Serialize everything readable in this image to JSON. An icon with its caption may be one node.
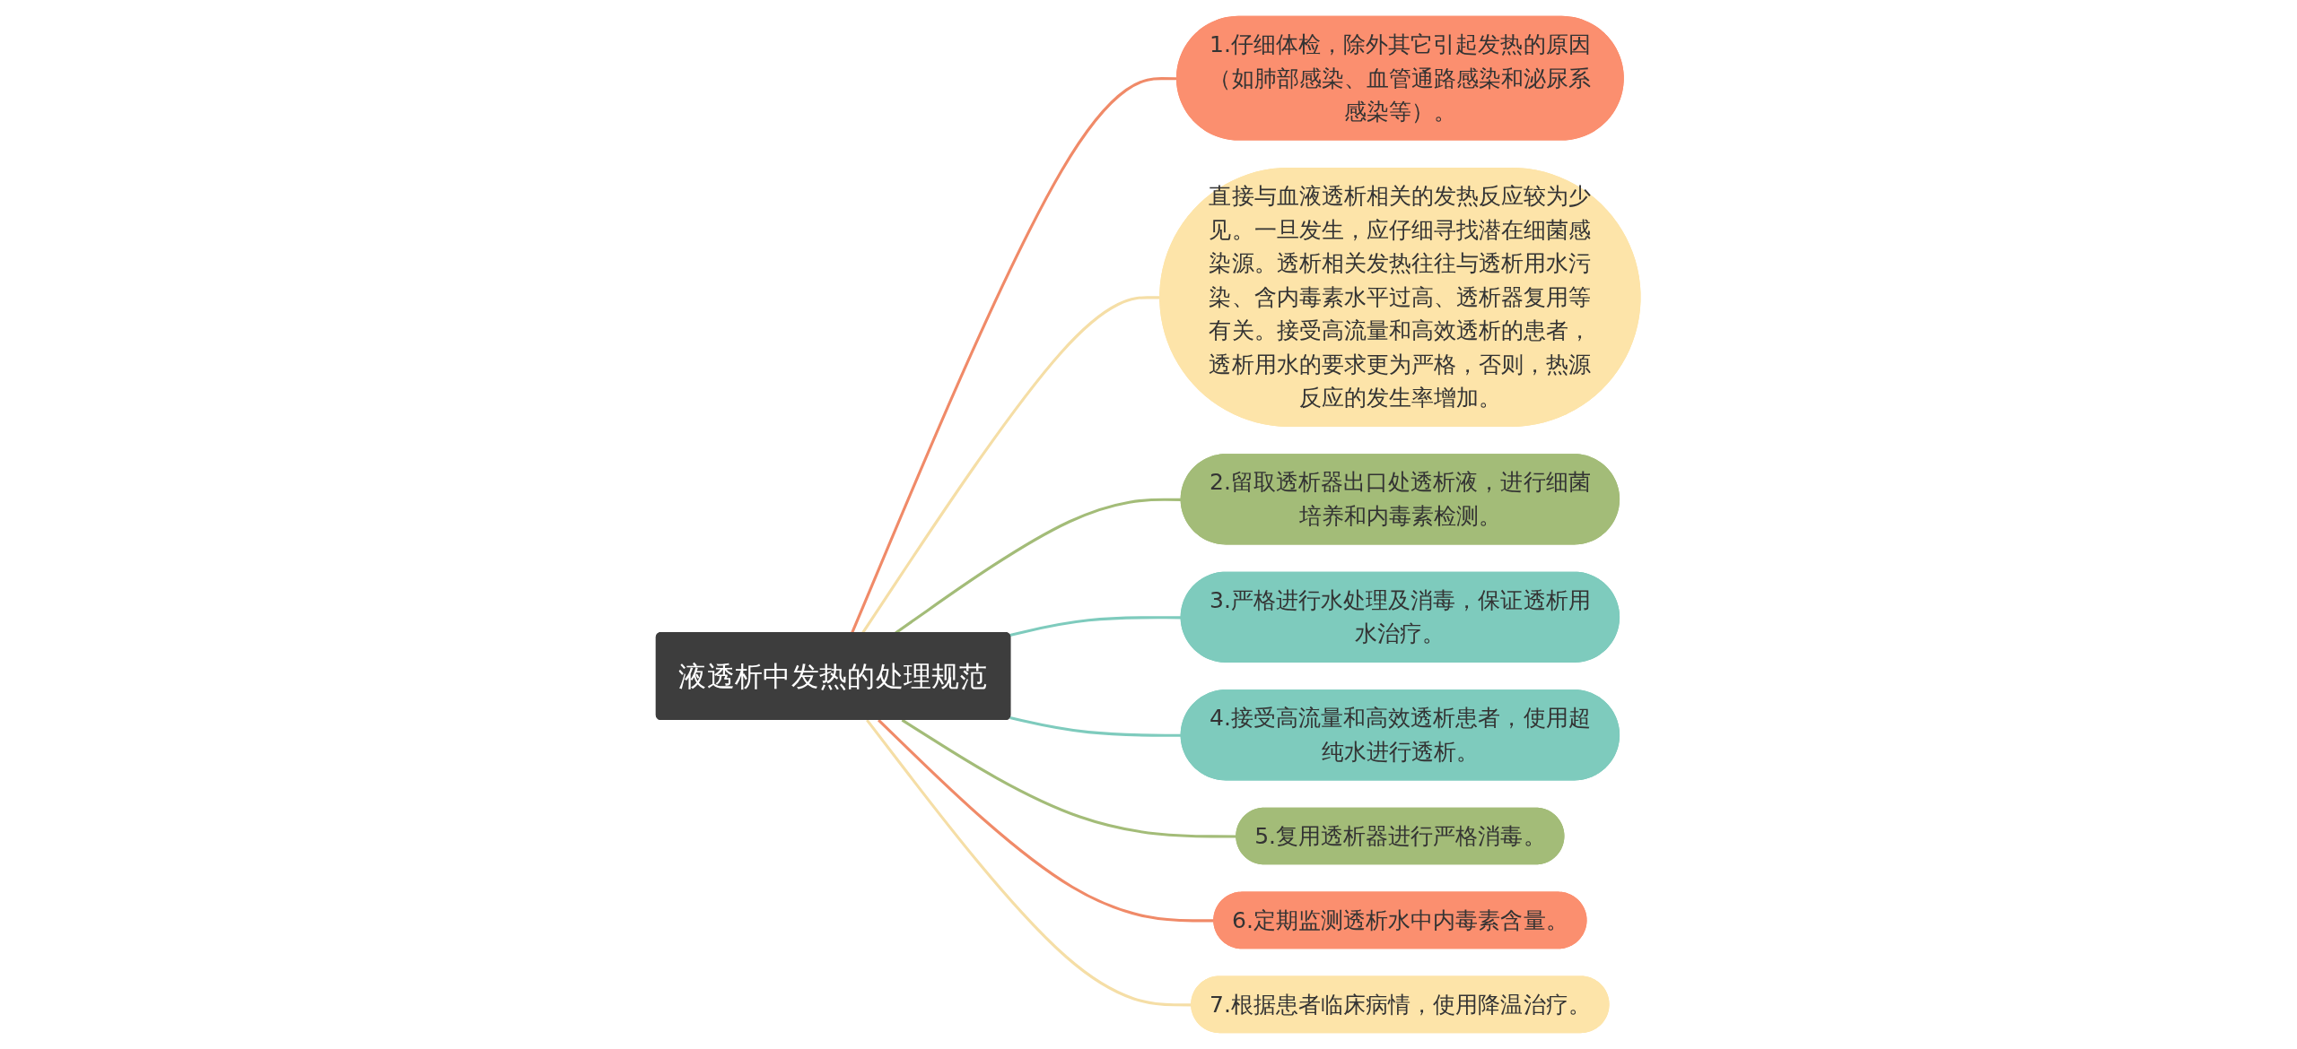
{
  "diagram": {
    "nodes": [
      {
        "text": [
          "液透析中发热的处理规范"
        ]
      },
      {
        "text": [
          "1.仔细体检，除外其它引起发热的原因（如肺部感染、血管通路感染和泌尿系感染等）。"
        ]
      },
      {
        "text": [
          "直接与血液透析相关的发热反应较为少见。一旦发生，应仔细寻找潜在细菌感染源。透析相关发热往往与透析用水污染、含内毒素水平过高、透析器复用等有关。接受高流量和高效透析的患者，透析用水的要求更为严格，否则，热源反应的发生率增加。"
        ]
      },
      {
        "text": [
          "2.留取透析器出口处透析液，进行细菌培养和内毒素检测。"
        ]
      },
      {
        "text": [
          "3.严格进行水处理及消毒，保证透析用水治疗。"
        ]
      },
      {
        "text": [
          "4.接受高流量和高效透析患者，使用超纯水进行透析。"
        ]
      },
      {
        "text": [
          "5.复用透析器进行严格消毒。"
        ]
      },
      {
        "text": [
          "6.定期监测透析水中内毒素含量。"
        ]
      },
      {
        "text": [
          "7.根据患者临床病情，使用降温治疗。"
        ]
      }
    ],
    "edges": [
      {
        "from": 0,
        "to": 1,
        "arrow": "none",
        "color": "#f08a68"
      },
      {
        "from": 0,
        "to": 2,
        "arrow": "none",
        "color": "#f5dea6"
      },
      {
        "from": 0,
        "to": 3,
        "arrow": "none",
        "color": "#a3bc78"
      },
      {
        "from": 0,
        "to": 4,
        "arrow": "none",
        "color": "#7ecbbd"
      },
      {
        "from": 0,
        "to": 5,
        "arrow": "none",
        "color": "#7ecbbd"
      },
      {
        "from": 0,
        "to": 6,
        "arrow": "none",
        "color": "#a3bc78"
      },
      {
        "from": 0,
        "to": 7,
        "arrow": "none",
        "color": "#f08a68"
      },
      {
        "from": 0,
        "to": 8,
        "arrow": "none",
        "color": "#f5dea6"
      }
    ]
  }
}
